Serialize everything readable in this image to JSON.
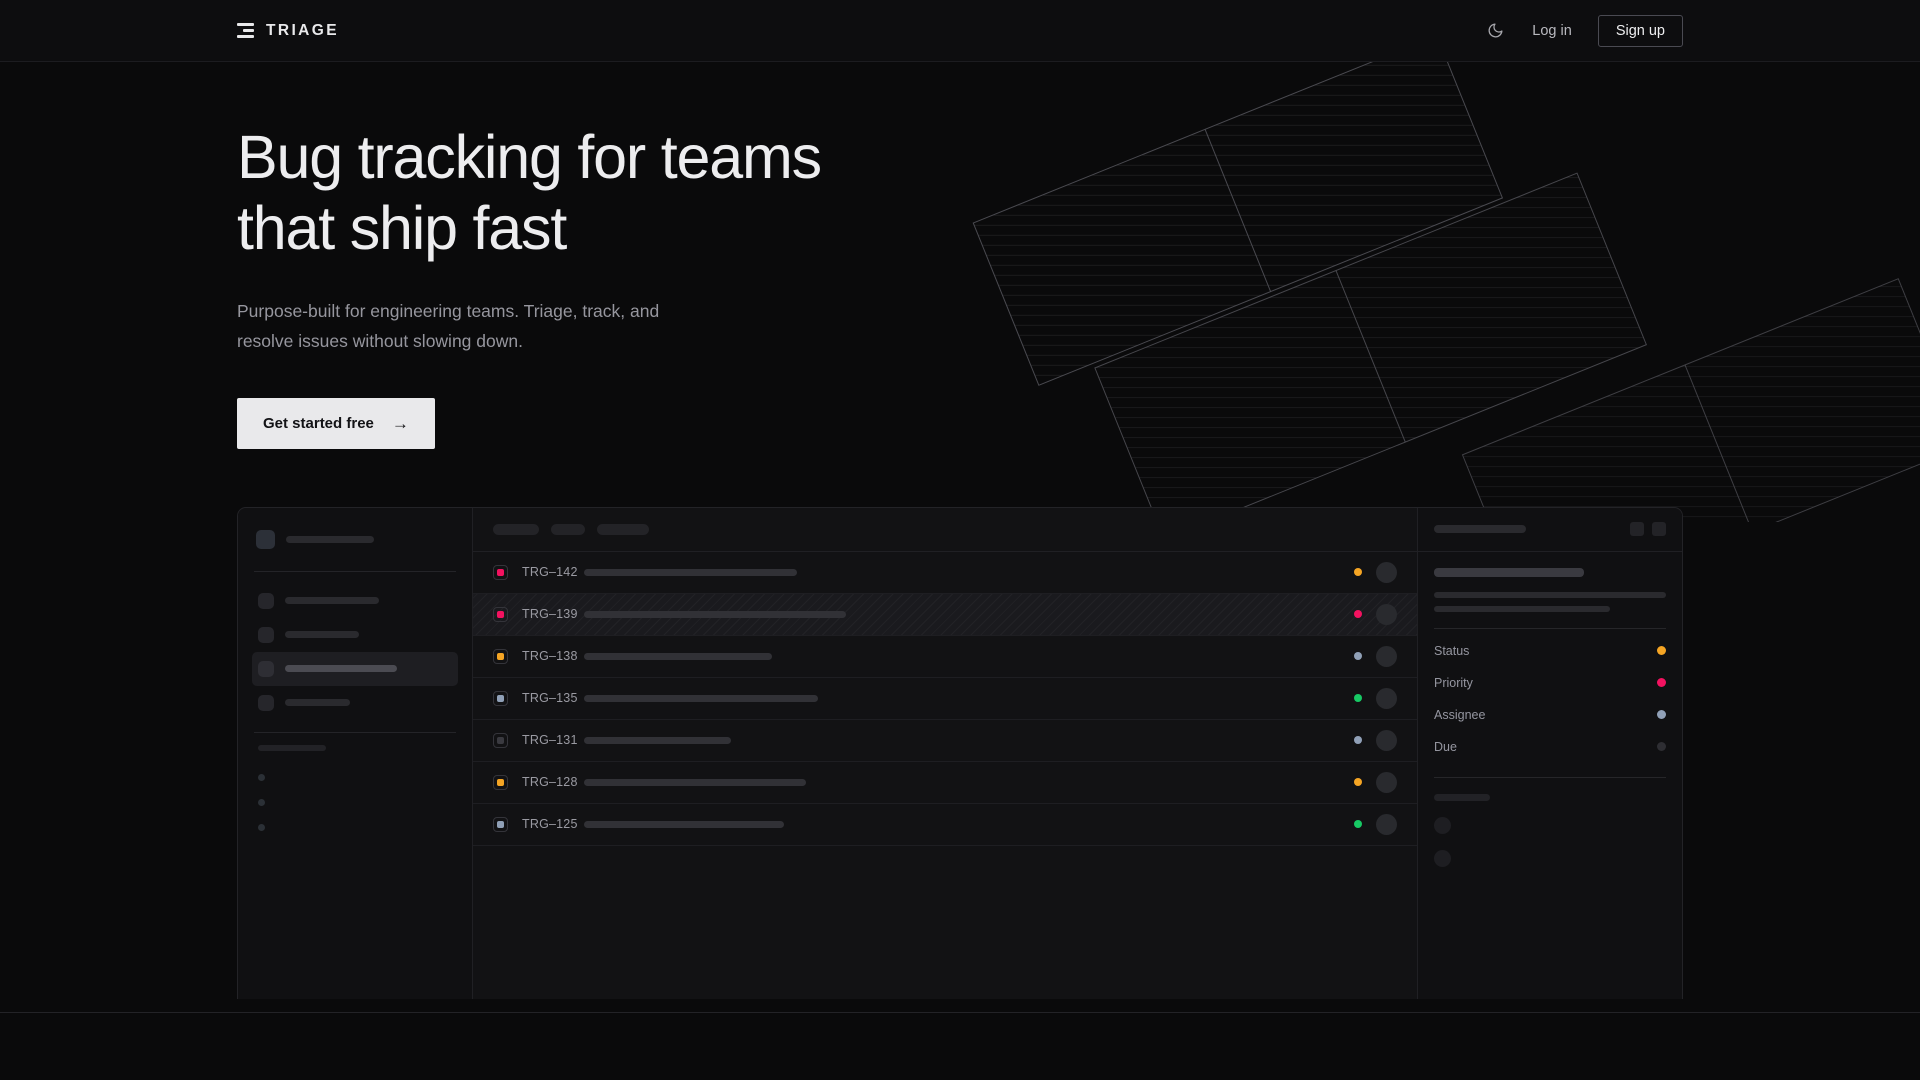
{
  "header": {
    "brand_name": "TRIAGE",
    "brand_icon": "stacked-bars-logo-icon",
    "theme_toggle_icon": "moon-icon",
    "login_label": "Log in",
    "signup_label": "Sign up"
  },
  "hero": {
    "title_line1": "Bug tracking for teams",
    "title_line2": "that ship fast",
    "subtitle": "Purpose-built for engineering teams. Triage, track, and resolve issues without slowing down.",
    "cta_label": "Get started free",
    "cta_icon": "arrow-right-icon",
    "cta_arrow": "→"
  },
  "colors": {
    "page_bg": "#0a0a0b",
    "panel_bg": "#111113",
    "border": "#232327",
    "text_primary": "#ededef",
    "text_muted": "#96969e",
    "cta_bg": "#e9e9eb",
    "status_orange": "#f5a524",
    "status_pink": "#f31260",
    "status_green": "#17c964",
    "status_blue_gray": "#90a0b7",
    "status_gray": "#3a3a40"
  },
  "app_mockup": {
    "sidebar": {
      "workspace_icon": "workspace-square-icon",
      "nav_items": [
        {
          "name": "nav-item-1",
          "width": 94,
          "active": false
        },
        {
          "name": "nav-item-2",
          "width": 74,
          "active": false
        },
        {
          "name": "nav-item-3",
          "width": 112,
          "active": true
        },
        {
          "name": "nav-item-4",
          "width": 65,
          "active": false
        }
      ],
      "section_label": "projects-section-label",
      "mini_items": [
        "project-dot-1",
        "project-dot-2",
        "project-dot-3"
      ]
    },
    "list": {
      "filter_chips": [
        {
          "name": "filter-chip-1",
          "width": 46
        },
        {
          "name": "filter-chip-2",
          "width": 34
        },
        {
          "name": "filter-chip-3",
          "width": 52
        }
      ],
      "rows": [
        {
          "key": "TRG–142",
          "status_color": "#f31260",
          "priority_color": "#f5a524",
          "title_width": 213,
          "selected": false
        },
        {
          "key": "TRG–139",
          "status_color": "#f31260",
          "priority_color": "#f31260",
          "title_width": 262,
          "selected": true
        },
        {
          "key": "TRG–138",
          "status_color": "#f5a524",
          "priority_color": "#90a0b7",
          "title_width": 188,
          "selected": false
        },
        {
          "key": "TRG–135",
          "status_color": "#90a0b7",
          "priority_color": "#17c964",
          "title_width": 234,
          "selected": false
        },
        {
          "key": "TRG–131",
          "status_color": "#3a3a40",
          "priority_color": "#90a0b7",
          "title_width": 147,
          "selected": false
        },
        {
          "key": "TRG–128",
          "status_color": "#f5a524",
          "priority_color": "#f5a524",
          "title_width": 222,
          "selected": false
        },
        {
          "key": "TRG–125",
          "status_color": "#90a0b7",
          "priority_color": "#17c964",
          "title_width": 200,
          "selected": false
        }
      ]
    },
    "detail": {
      "header_skeleton": "issue-title-skeleton",
      "actions": [
        "detail-action-1",
        "detail-action-2"
      ],
      "meta": [
        {
          "label": "Status",
          "color": "#f5a524"
        },
        {
          "label": "Priority",
          "color": "#f31260"
        },
        {
          "label": "Assignee",
          "color": "#90a0b7"
        },
        {
          "label": "Due",
          "color": "#2e2e33"
        }
      ],
      "comments_label": "comments-section-label",
      "comment_avatars": [
        "comment-avatar-1",
        "comment-avatar-2"
      ]
    }
  }
}
